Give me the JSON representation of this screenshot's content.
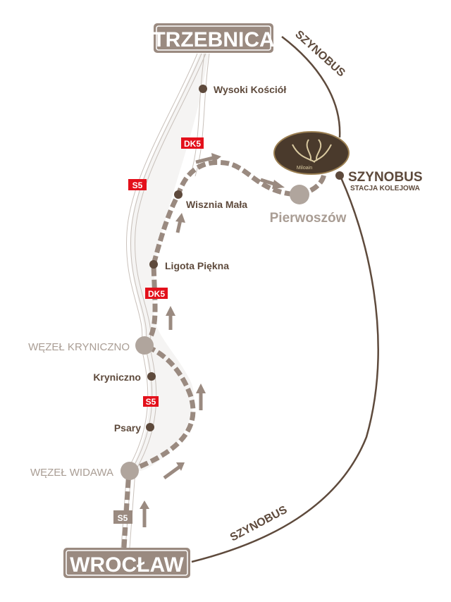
{
  "cities": {
    "top": "TRZEBNICA",
    "bottom": "WROCŁAW"
  },
  "towns": [
    "Wysoki Kościół",
    "Wisznia Mała",
    "Ligota Piękna",
    "Kryniczno",
    "Psary"
  ],
  "junctions": [
    "WĘZEŁ KRYNICZNO",
    "WĘZEŁ WIDAWA"
  ],
  "destination": "Pierwoszów",
  "logo_text": "Miloain",
  "road_badges": {
    "dk5_top": "DK5",
    "s5_top": "S5",
    "dk5_mid": "DK5",
    "s5_mid": "S5",
    "s5_bottom": "S5"
  },
  "rail": {
    "label_top": "SZYNOBUS",
    "label_bottom": "SZYNOBUS",
    "station_title": "SZYNOBUS",
    "station_sub": "STACJA KOLEJOWA"
  },
  "colors": {
    "brown": "#5e4a3c",
    "taupe": "#9a8a80",
    "red": "#e3101b",
    "light": "#b0a59d"
  }
}
